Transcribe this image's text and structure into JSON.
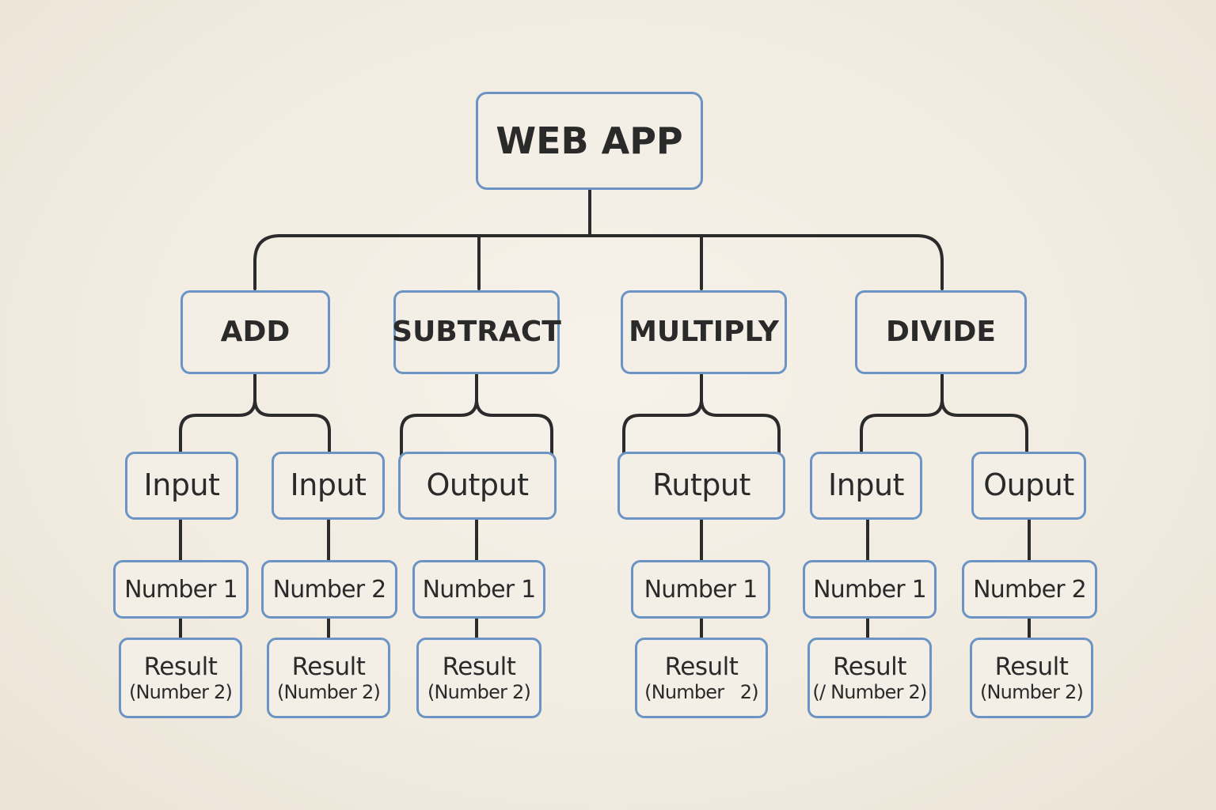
{
  "root": {
    "label": "WEB APP"
  },
  "operations": [
    {
      "label": "ADD"
    },
    {
      "label": "SUBTRACT"
    },
    {
      "label": "MULTIPLY"
    },
    {
      "label": "DIVIDE"
    }
  ],
  "io_nodes": [
    {
      "label": "Input"
    },
    {
      "label": "Input"
    },
    {
      "label": "Output"
    },
    {
      "label": "Rutput"
    },
    {
      "label": "Input"
    },
    {
      "label": "Ouput"
    }
  ],
  "number_nodes": [
    {
      "label": "Number 1"
    },
    {
      "label": "Number 2"
    },
    {
      "label": "Number 1"
    },
    {
      "label": "Number 1"
    },
    {
      "label": "Number 1"
    },
    {
      "label": "Number 2"
    }
  ],
  "result_nodes": [
    {
      "label": "Result",
      "sub": "(Number 2)"
    },
    {
      "label": "Result",
      "sub": "(Number 2)"
    },
    {
      "label": "Result",
      "sub": "(Number 2)"
    },
    {
      "label": "Result",
      "sub": "(Number   2)"
    },
    {
      "label": "Result",
      "sub": "(/ Number 2)"
    },
    {
      "label": "Result",
      "sub": "(Number 2)"
    }
  ],
  "colors": {
    "node_border": "#6b93c3",
    "node_fill": "#f4efe6",
    "connector": "#2b2b2b",
    "text": "#2a2a2a"
  }
}
